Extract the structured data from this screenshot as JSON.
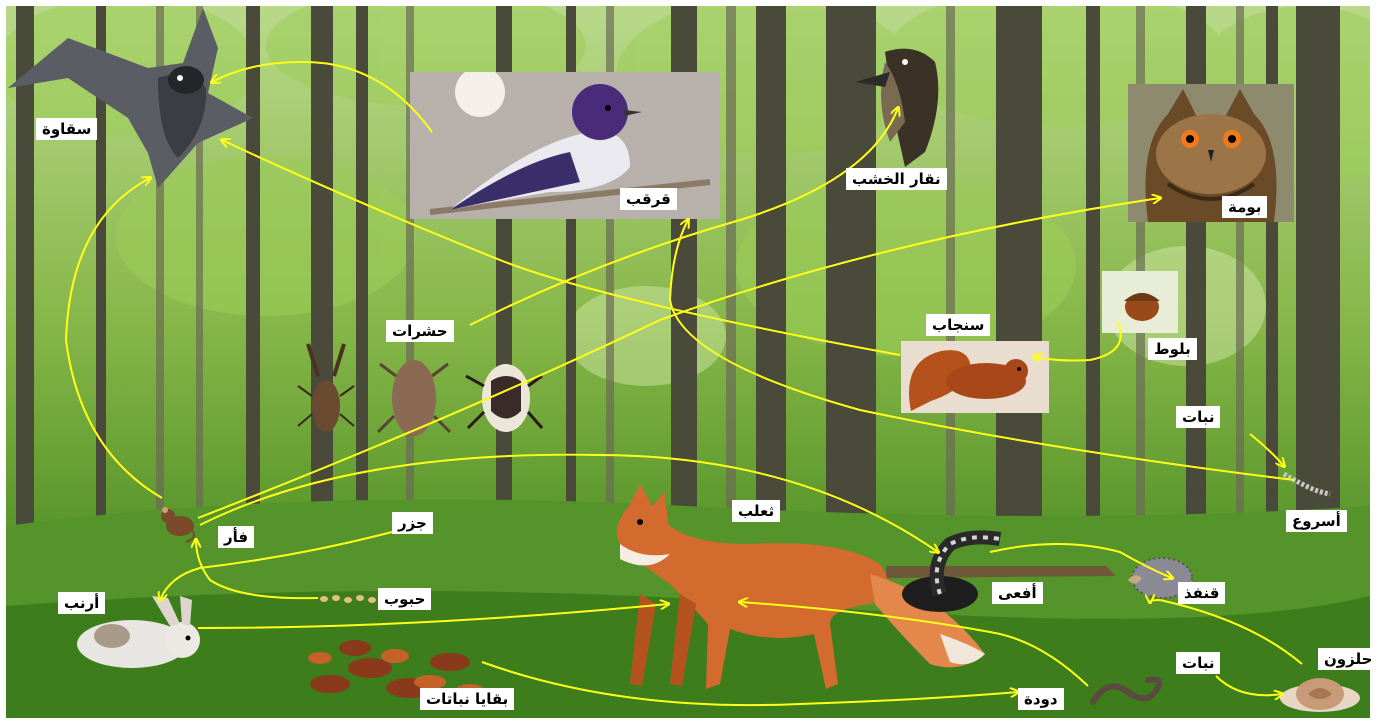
{
  "colors": {
    "arrow": "#ffff1a",
    "canopy": "#8fbf4a",
    "ground": "#4e8a25",
    "trunk": "#4a4a3a",
    "label_bg": "#ffffff"
  },
  "labels": {
    "falcon": "سقاوة",
    "starling": "قرقب",
    "woodpecker": "نقار الخشب",
    "owl": "بومة",
    "insects": "حشرات",
    "squirrel": "سنجاب",
    "acorn": "بلوط",
    "plant_right": "نبات",
    "caterpillar": "أسروع",
    "mouse": "فأر",
    "carrot": "جزر",
    "fox": "ثعلب",
    "viper": "أفعى",
    "hedgehog": "قنفذ",
    "rabbit": "أرنب",
    "seeds": "حبوب",
    "snail": "حلزون",
    "plant_bottom": "نبات",
    "plant_remains": "بقايا نباتات",
    "worm": "دودة"
  },
  "icons": [
    "falcon-icon",
    "starling-photo",
    "woodpecker-icon",
    "owl-photo",
    "beetle-icon",
    "squirrel-photo",
    "acorn-photo",
    "mouse-icon",
    "fox-icon",
    "viper-icon",
    "hedgehog-icon",
    "rabbit-icon",
    "snail-icon",
    "worm-icon",
    "leaves-icon",
    "seeds-icon",
    "caterpillar-icon"
  ]
}
